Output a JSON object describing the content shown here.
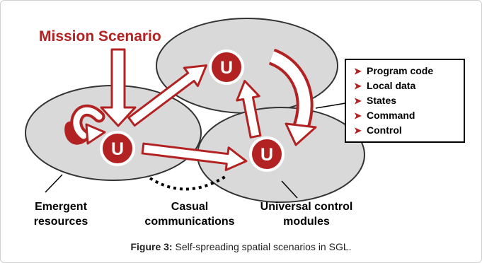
{
  "diagram": {
    "title": "Mission Scenario",
    "unit_letter": "U",
    "box_items": [
      "Program code",
      "Local data",
      "States",
      "Command",
      "Control"
    ],
    "labels": {
      "emergent_1": "Emergent",
      "emergent_2": "resources",
      "casual_1": "Casual",
      "casual_2": "communications",
      "ucm_1": "Universal control",
      "ucm_2": "modules"
    },
    "colors": {
      "accent": "#b22222",
      "ellipse_fill": "#d9d9d9",
      "ellipse_stroke": "#333333"
    }
  },
  "caption": {
    "label": "Figure 3:",
    "text": " Self-spreading spatial scenarios in SGL."
  }
}
